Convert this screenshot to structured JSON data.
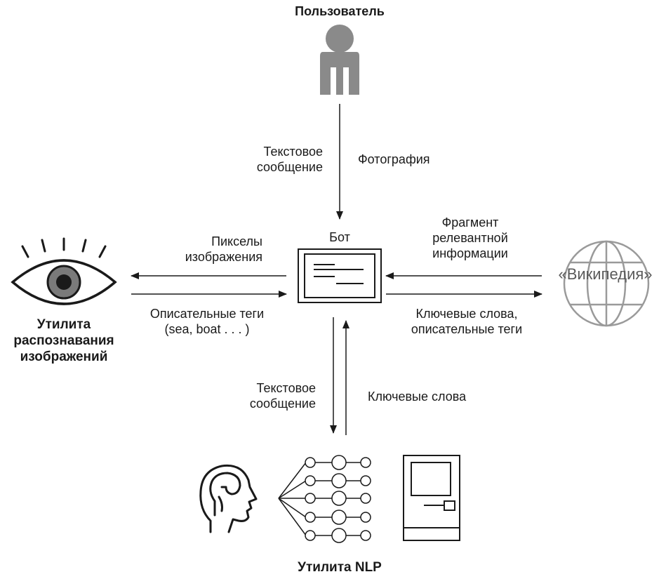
{
  "nodes": {
    "user": {
      "title": "Пользователь"
    },
    "bot": {
      "title": "Бот"
    },
    "image_tool": {
      "title_lines": [
        "Утилита",
        "распознавания",
        "изображений"
      ]
    },
    "wikipedia": {
      "title": "«Википедия»"
    },
    "nlp_tool": {
      "title": "Утилита NLP"
    }
  },
  "edges": {
    "user_to_bot": {
      "left_label_lines": [
        "Текстовое",
        "сообщение"
      ],
      "right_label": "Фотография"
    },
    "bot_to_image": {
      "label_lines": [
        "Пикселы",
        "изображения"
      ]
    },
    "image_to_bot": {
      "label_lines": [
        "Описательные теги",
        "(sea, boat . . . )"
      ]
    },
    "wiki_to_bot": {
      "label_lines": [
        "Фрагмент",
        "релевантной",
        "информации"
      ]
    },
    "bot_to_wiki": {
      "label_lines": [
        "Ключевые слова,",
        "описательные теги"
      ]
    },
    "bot_to_nlp": {
      "label_lines": [
        "Текстовое",
        "сообщение"
      ]
    },
    "nlp_to_bot": {
      "label": "Ключевые слова"
    }
  },
  "colors": {
    "ink": "#1a1a1a",
    "user_icon": "#8a8a8a",
    "globe": "#9a9a9a",
    "eye_iris": "#7a7a7a"
  },
  "icons": [
    "person-icon",
    "eye-icon",
    "bot-window-icon",
    "globe-icon",
    "head-icon",
    "neural-network-icon",
    "computer-icon"
  ]
}
